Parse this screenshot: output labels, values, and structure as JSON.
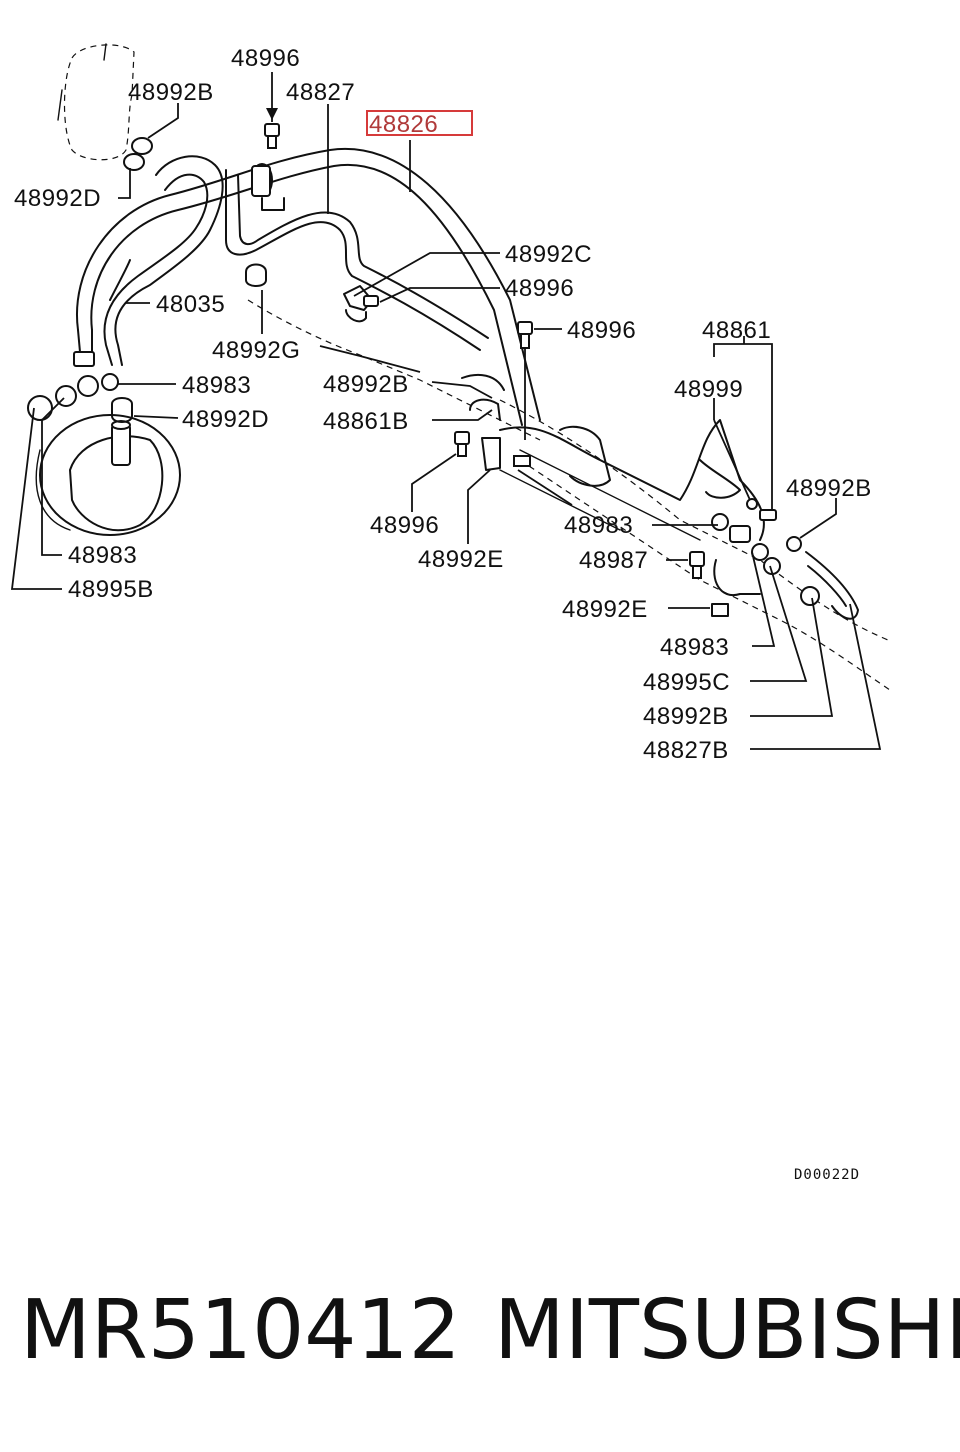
{
  "labels": {
    "l_48996_top": "48996",
    "l_48992B_top": "48992B",
    "l_48827_top": "48827",
    "l_48826": "48826",
    "l_48992D_left": "48992D",
    "l_48992C": "48992C",
    "l_48996_mid": "48996",
    "l_48035": "48035",
    "l_48996_right": "48996",
    "l_48861": "48861",
    "l_48992G": "48992G",
    "l_48999": "48999",
    "l_48983_a": "48983",
    "l_48992B_mid": "48992B",
    "l_48992D_mid": "48992D",
    "l_48861B": "48861B",
    "l_48992B_right": "48992B",
    "l_48996_low": "48996",
    "l_48983_b": "48983",
    "l_48983_left": "48983",
    "l_48992E": "48992E",
    "l_48987": "48987",
    "l_48995B": "48995B",
    "l_48992E_b": "48992E",
    "l_48983_c": "48983",
    "l_48995C": "48995C",
    "l_48992B_low": "48992B",
    "l_48827B": "48827B"
  },
  "diagram_code": "D00022D",
  "footer": {
    "part_number": "MR510412",
    "brand": "MITSUBISHI"
  },
  "colors": {
    "highlight_box": "#d63a3a",
    "highlight_text": "#b03a3a",
    "ink": "#111111"
  }
}
